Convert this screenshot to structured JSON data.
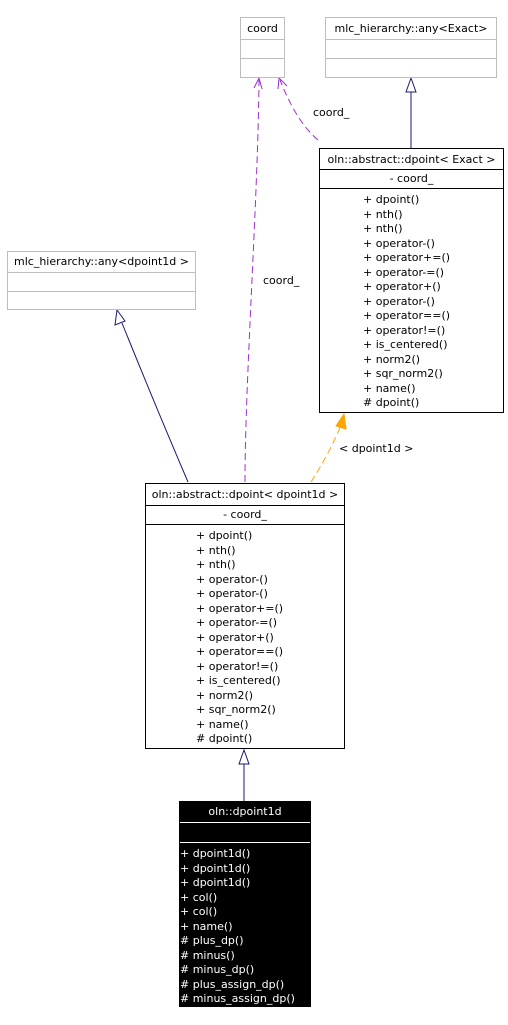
{
  "colors": {
    "usage_edge": "#9a32cd",
    "inheritance_edge": "#191970",
    "template_edge": "#ffa500",
    "gray_border": "#bdbdbd"
  },
  "classes": {
    "coord": {
      "name": "coord"
    },
    "mlc_any_exact": {
      "name": "mlc_hierarchy::any<Exact>"
    },
    "mlc_any_dpoint1d": {
      "name": "mlc_hierarchy::any<dpoint1d >"
    },
    "abstract_exact": {
      "name": "oln::abstract::dpoint< Exact >",
      "attribute": "- coord_",
      "methods": [
        "+ dpoint()",
        "+ nth()",
        "+ nth()",
        "+ operator-()",
        "+ operator+=()",
        "+ operator-=()",
        "+ operator+()",
        "+ operator-()",
        "+ operator==()",
        "+ operator!=()",
        "+ is_centered()",
        "+ norm2()",
        "+ sqr_norm2()",
        "+ name()",
        "# dpoint()"
      ]
    },
    "abstract_dpoint1d": {
      "name": "oln::abstract::dpoint< dpoint1d >",
      "attribute": "- coord_",
      "methods": [
        "+ dpoint()",
        "+ nth()",
        "+ nth()",
        "+ operator-()",
        "+ operator-()",
        "+ operator+=()",
        "+ operator-=()",
        "+ operator+()",
        "+ operator==()",
        "+ operator!=()",
        "+ is_centered()",
        "+ norm2()",
        "+ sqr_norm2()",
        "+ name()",
        "# dpoint()"
      ]
    },
    "dpoint1d": {
      "name": "oln::dpoint1d",
      "methods": [
        "+ dpoint1d()",
        "+ dpoint1d()",
        "+ dpoint1d()",
        "+ col()",
        "+ col()",
        "+ name()",
        "# plus_dp()",
        "# minus()",
        "# minus_dp()",
        "# plus_assign_dp()",
        "# minus_assign_dp()"
      ]
    }
  },
  "edge_labels": {
    "coord_upper": "coord_",
    "coord_lower": "coord_",
    "template_arg": "< dpoint1d >"
  }
}
